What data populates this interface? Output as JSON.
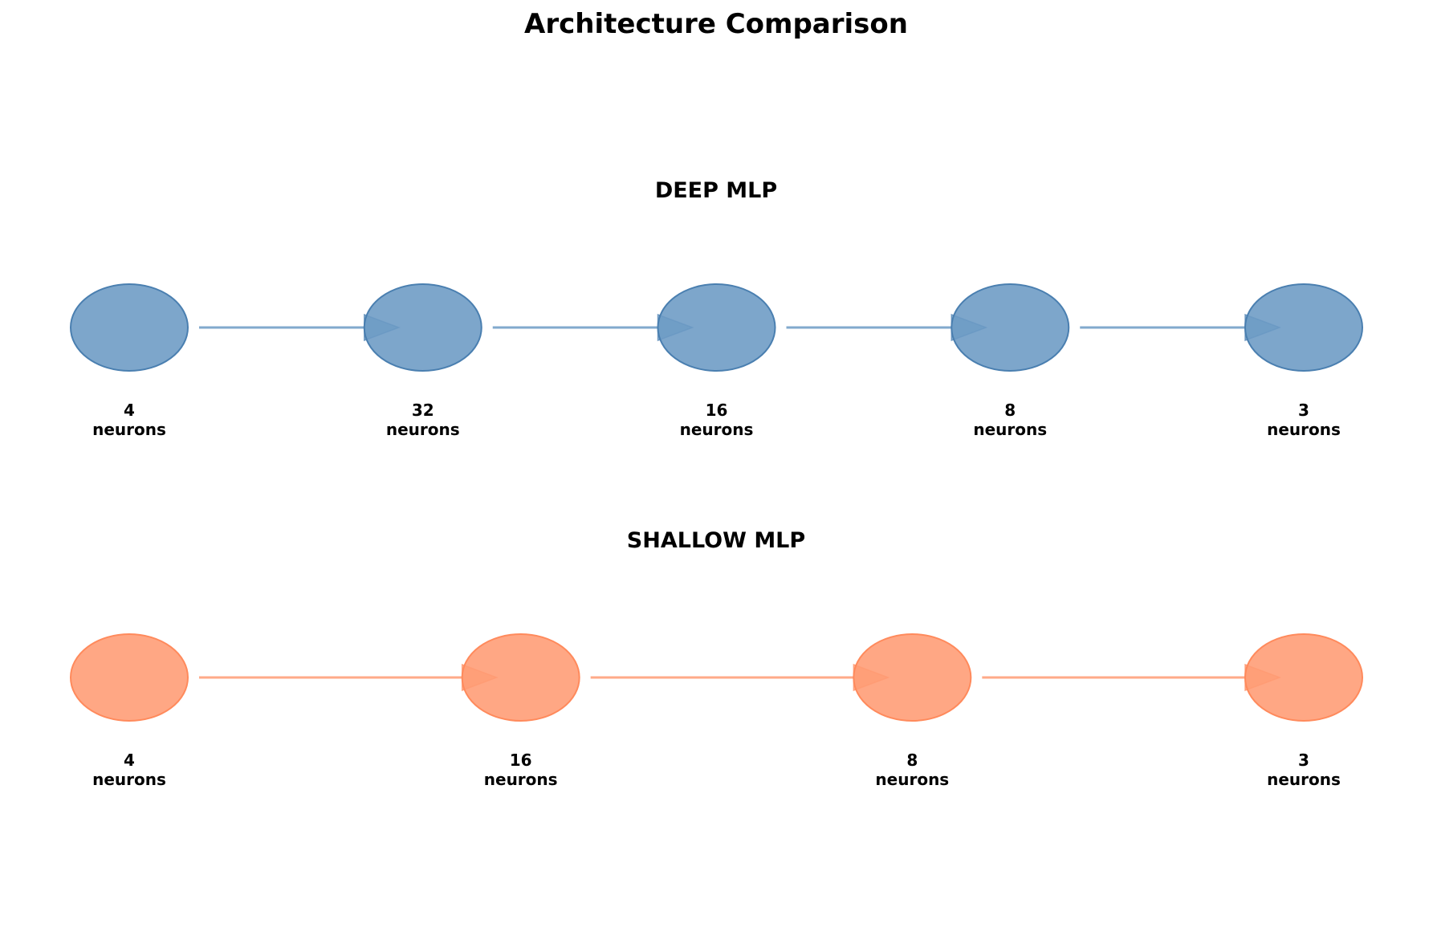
{
  "title": "Architecture Comparison",
  "colors": {
    "deep_fill": "#6b9ac4",
    "deep_stroke": "#4a7fb0",
    "shallow_fill": "#ff9b73",
    "shallow_stroke": "#ff8a5c"
  },
  "architectures": [
    {
      "name": "DEEP MLP",
      "color_key": "deep",
      "layers": [
        {
          "count": "4",
          "unit": "neurons"
        },
        {
          "count": "32",
          "unit": "neurons"
        },
        {
          "count": "16",
          "unit": "neurons"
        },
        {
          "count": "8",
          "unit": "neurons"
        },
        {
          "count": "3",
          "unit": "neurons"
        }
      ]
    },
    {
      "name": "SHALLOW MLP",
      "color_key": "shallow",
      "layers": [
        {
          "count": "4",
          "unit": "neurons"
        },
        {
          "count": "16",
          "unit": "neurons"
        },
        {
          "count": "8",
          "unit": "neurons"
        },
        {
          "count": "3",
          "unit": "neurons"
        }
      ]
    }
  ]
}
